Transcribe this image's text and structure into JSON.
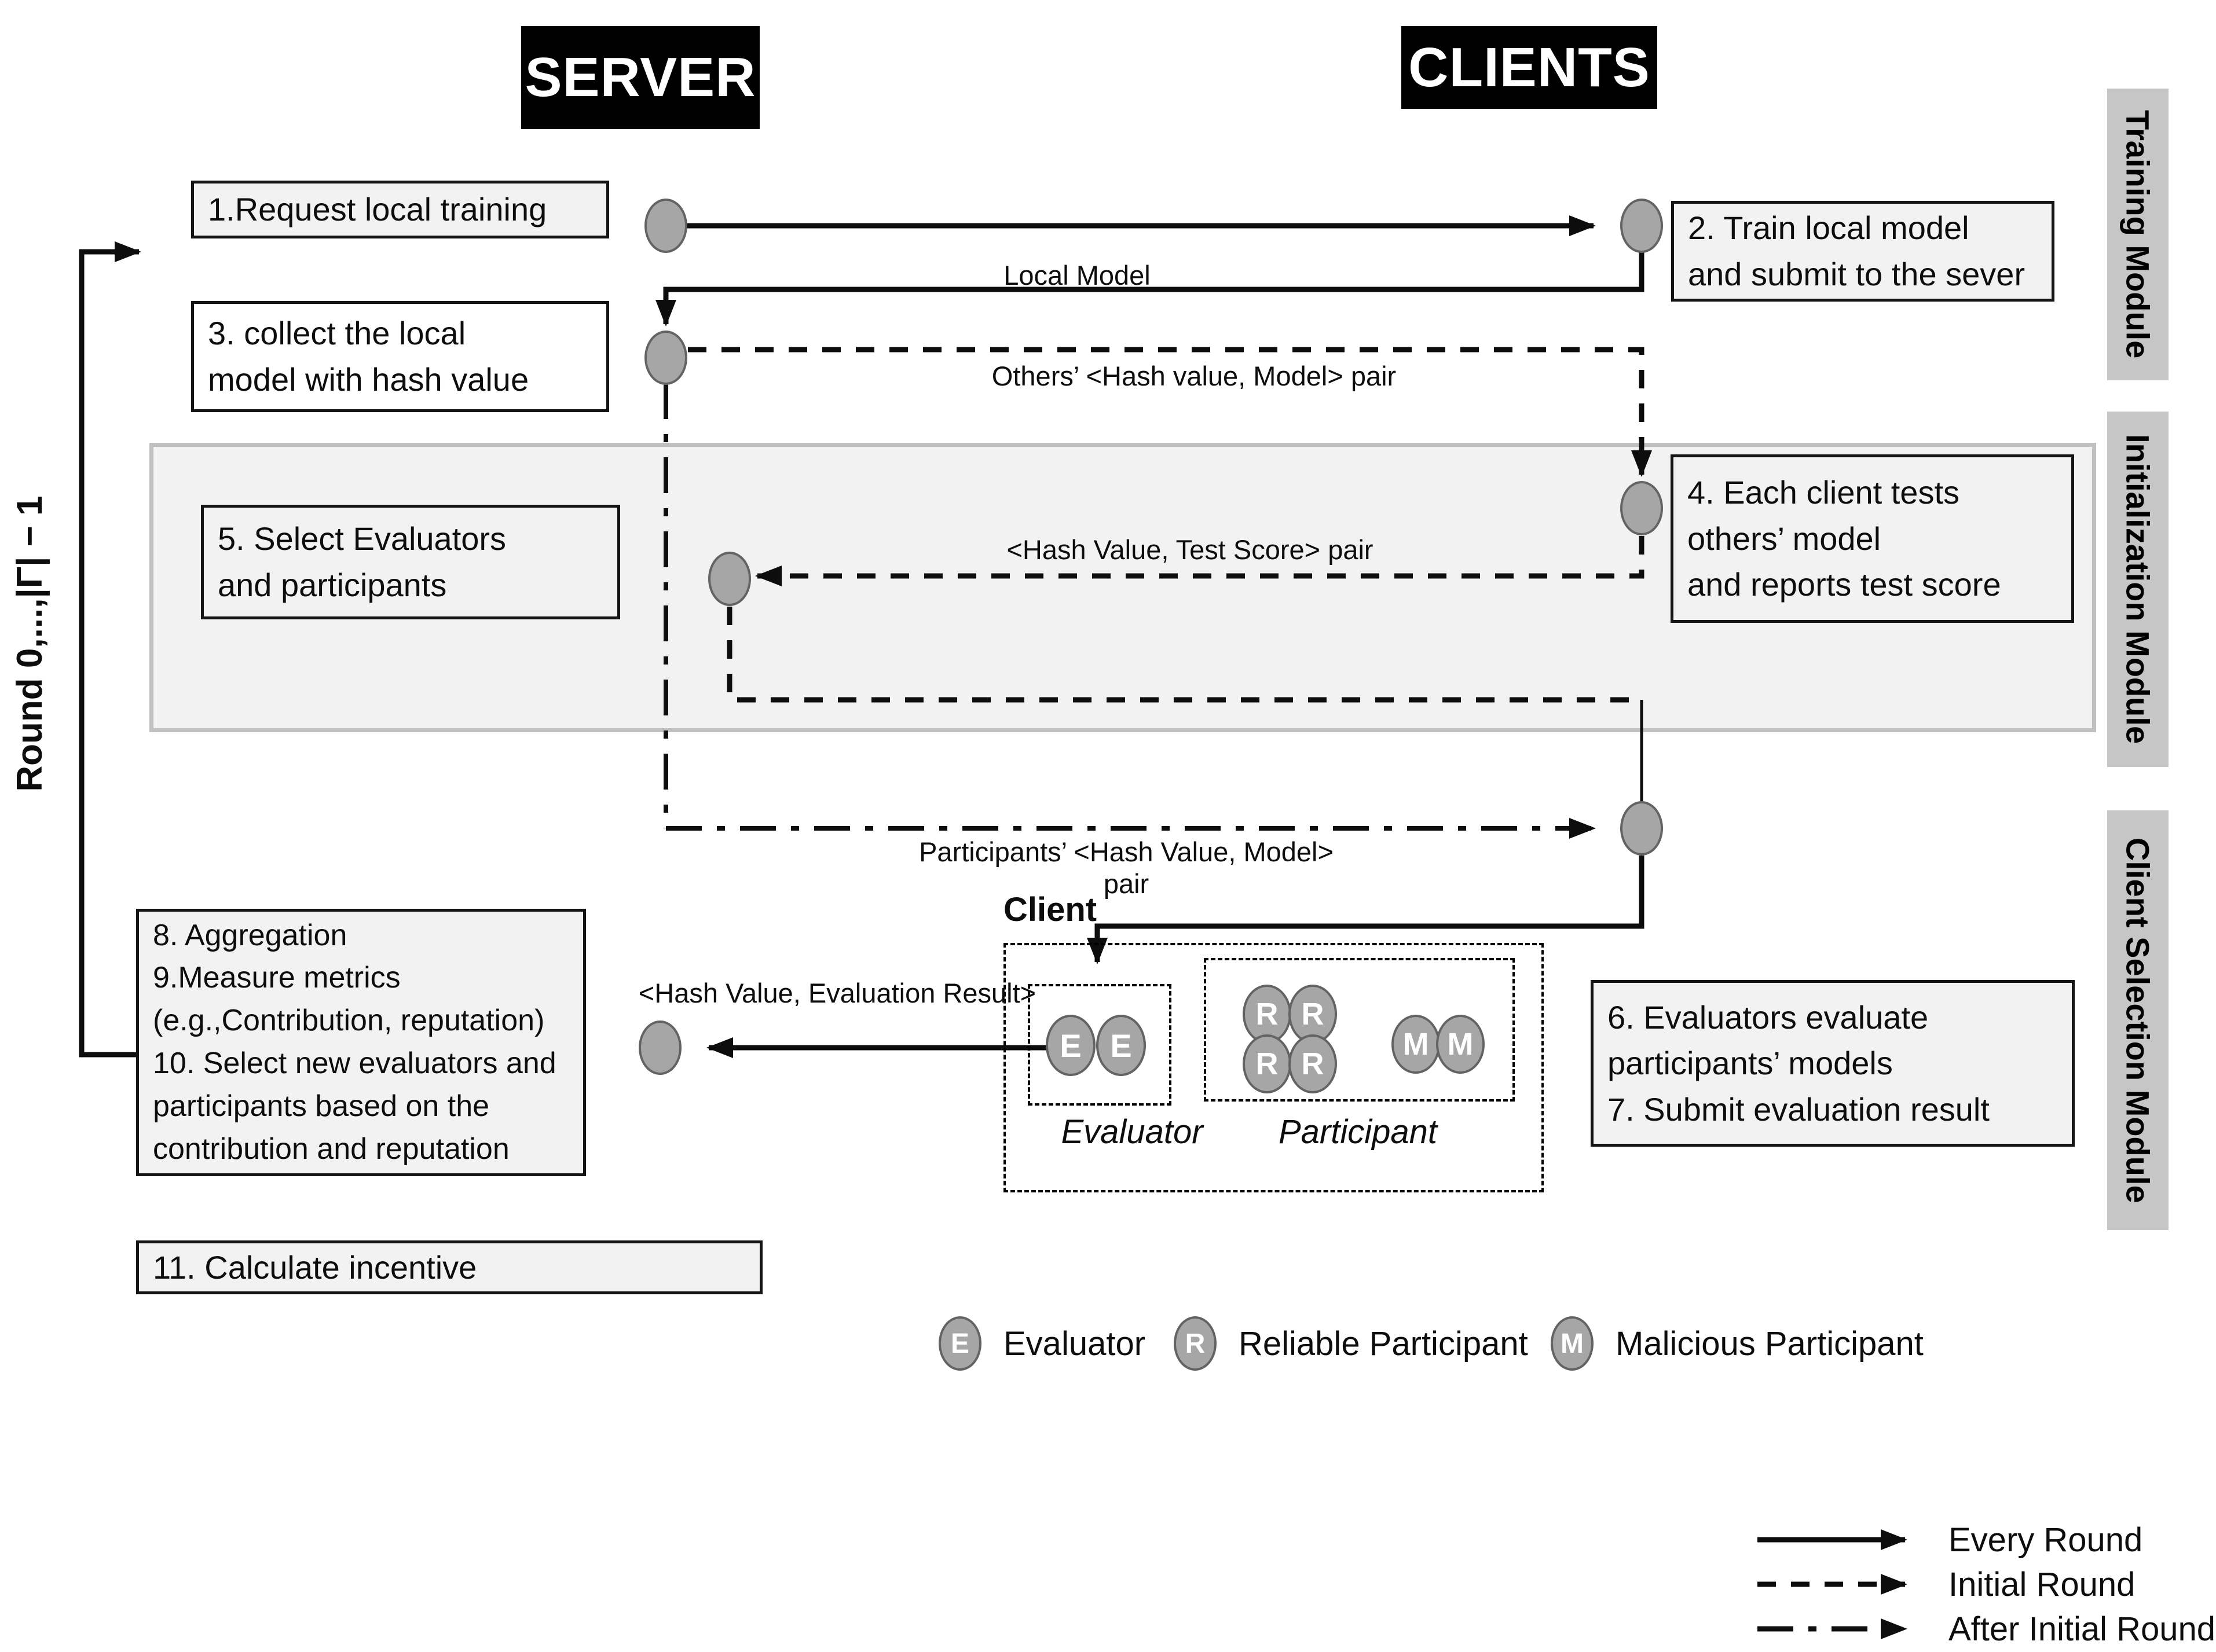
{
  "headers": {
    "server": "SERVER",
    "clients": "CLIENTS"
  },
  "round_label": "Round 0,...,|Γ| − 1",
  "boxes": {
    "step1": {
      "text": "1.Request local training"
    },
    "step2": {
      "lines": [
        "2. Train local model",
        "and submit to the sever"
      ]
    },
    "step3": {
      "lines": [
        "3. collect the local",
        "model with hash value"
      ]
    },
    "step4": {
      "lines": [
        "4. Each client tests",
        "others’ model",
        "and reports test score"
      ]
    },
    "step5": {
      "lines": [
        "5. Select Evaluators",
        "and participants"
      ]
    },
    "step67": {
      "lines": [
        "6. Evaluators evaluate",
        "participants’ models",
        "7. Submit evaluation result"
      ]
    },
    "step8_10": {
      "lines": [
        "8. Aggregation",
        "9.Measure metrics",
        "(e.g.,Contribution, reputation)",
        "10. Select new evaluators and",
        "participants based on the",
        "contribution and reputation"
      ]
    },
    "step11": {
      "text": "11.  Calculate incentive"
    }
  },
  "arrow_labels": {
    "local_model": "Local Model",
    "others_pair": "Others’ <Hash value, Model> pair",
    "test_score_pair": "<Hash Value, Test Score> pair",
    "participants_pair": "Participants’ <Hash Value, Model> pair",
    "evaluation_result": "<Hash Value, Evaluation Result>"
  },
  "client_group": {
    "title": "Client",
    "evaluator_label": "Evaluator",
    "participant_label": "Participant",
    "evaluator_circles": [
      "E",
      "E"
    ],
    "reliable_circles": [
      "R",
      "R",
      "R",
      "R"
    ],
    "malicious_circles": [
      "M",
      "M"
    ]
  },
  "modules": [
    {
      "label": "Training Module"
    },
    {
      "label": "Initialization Module"
    },
    {
      "label": "Client Selection Module"
    }
  ],
  "legend_nodes": [
    {
      "symbol": "E",
      "label": "Evaluator"
    },
    {
      "symbol": "R",
      "label": "Reliable Participant"
    },
    {
      "symbol": "M",
      "label": "Malicious Participant"
    }
  ],
  "legend_arrows": [
    {
      "style": "solid",
      "label": "Every Round"
    },
    {
      "style": "dashed",
      "label": "Initial Round"
    },
    {
      "style": "dashdot",
      "label": "After Initial Round"
    }
  ],
  "colors": {
    "node_fill": "#a6a6a6",
    "node_border": "#636363",
    "box_fill": "#f2f2f2",
    "band_fill": "#f2f2f2",
    "band_border": "#c0c0c0",
    "tab_fill": "#c6c6c6",
    "header_bg": "#000000",
    "header_text": "#ffffff",
    "line_color": "#0d0d0d"
  }
}
